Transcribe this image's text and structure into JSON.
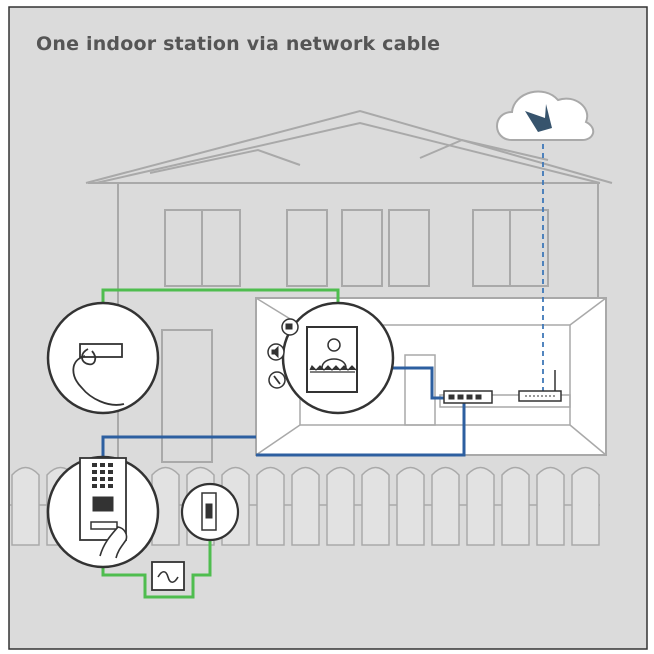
{
  "title": "One indoor station via network cable",
  "colors": {
    "background": "#dbdbdb",
    "outline": "#a9a9a9",
    "frame": "#333333",
    "power_cable": "#4fbd4f",
    "network_cable": "#2d5fa0",
    "cloud_link": "#3f78b8",
    "cloud_logo": "#37546d"
  },
  "components": [
    {
      "name": "doorbell-button",
      "icon": "finger-press-button-icon"
    },
    {
      "name": "indoor-station",
      "icon": "video-intercom-monitor-icon"
    },
    {
      "name": "outdoor-station",
      "icon": "keypad-door-station-icon"
    },
    {
      "name": "door-lock",
      "icon": "electric-door-lock-icon"
    },
    {
      "name": "power-supply",
      "icon": "ac-power-supply-icon"
    },
    {
      "name": "network-switch",
      "icon": "poe-switch-icon"
    },
    {
      "name": "router",
      "icon": "wifi-router-icon"
    },
    {
      "name": "cloud-service",
      "icon": "cloud-icon"
    }
  ]
}
